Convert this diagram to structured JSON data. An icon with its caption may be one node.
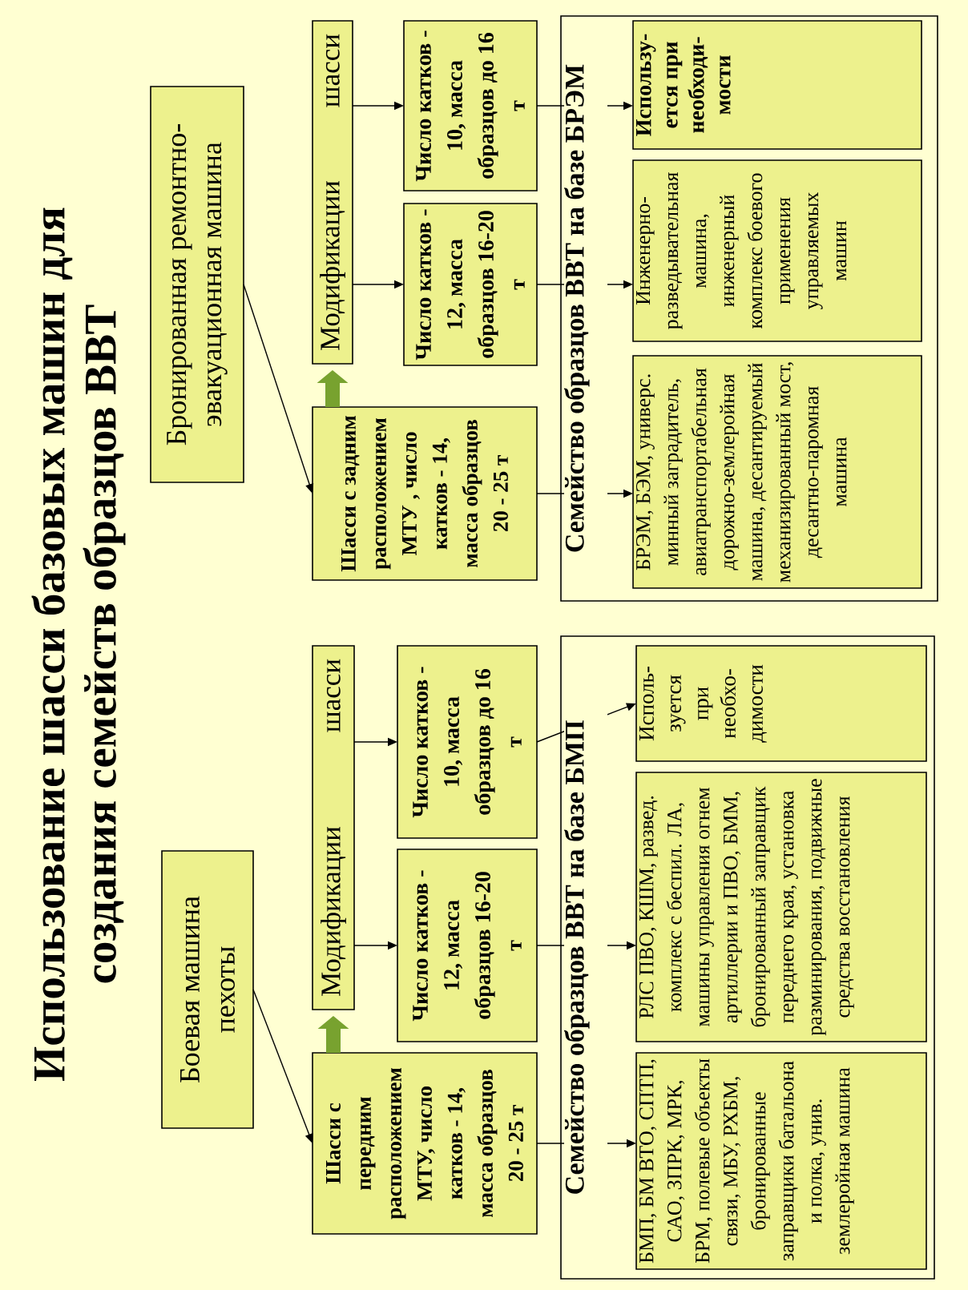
{
  "diagram": {
    "title": "Использование шасси базовых машин для создания семейств образцов ВВТ",
    "nodes": [
      {
        "text": [
          "Боевая машина пехоты"
        ]
      },
      {
        "text": [
          "Шасси с передним расположением МТУ, число катков - 14, масса образцов 20 - 25 т"
        ]
      },
      {
        "text": [
          "Модификации шасси"
        ]
      },
      {
        "text": [
          "Число катков - 12, масса образцов 16-20 т"
        ]
      },
      {
        "text": [
          "Число катков - 10, масса образцов до 16 т"
        ]
      },
      {
        "text": [
          "Семейство образцов ВВТ на базе БМП"
        ]
      },
      {
        "text": [
          "БМП, БМ ВТО, СПТП, САО, ЗПРК, МРК, БРМ, полевые объекты связи, МБУ, РХБМ, бронированные заправщики батальона и полка, унив. землеройная машина"
        ],
        "in": 5
      },
      {
        "text": [
          "РЛС ПВО, КШМ, развед. комплекс с беспил. ЛА, машины управления огнем артиллерии и ПВО, БММ, бронированный заправщик переднего края, установка разминирования, подвижные средства восстановления"
        ],
        "in": 5
      },
      {
        "text": [
          "Исполь-зуется при необхо-димости"
        ],
        "in": 5
      },
      {
        "text": [
          "Бронированная ремонтно-эвакуационная машина"
        ]
      },
      {
        "text": [
          "Шасси с задним расположением МТУ , число катков - 14, масса образцов 20 - 25 т"
        ]
      },
      {
        "text": [
          "Модификации шасси"
        ]
      },
      {
        "text": [
          "Число катков - 12, масса образцов 16-20 т"
        ]
      },
      {
        "text": [
          "Число катков - 10, масса образцов до 16 т"
        ]
      },
      {
        "text": [
          "Семейство образцов ВВТ на базе БРЭМ"
        ]
      },
      {
        "text": [
          "БРЭМ, БЭМ, универс. минный заградитель, авиатранспортабельная дорожно-землеройная машина, десантируемый механизированный мост, десантно-паромная машина"
        ],
        "in": 14
      },
      {
        "text": [
          "Инженерно-разведывательная машина, инженерный комплекс боевого применения управляемых машин"
        ],
        "in": 14
      },
      {
        "text": [
          "Использу-ется при необходи-мости"
        ],
        "in": 14
      }
    ],
    "edges": [
      {
        "from": 0,
        "to": 1,
        "arrow": "to"
      },
      {
        "from": 1,
        "to": 2,
        "arrow": "to",
        "style": "thick",
        "color": "#78a22f"
      },
      {
        "from": 2,
        "to": 3,
        "arrow": "to"
      },
      {
        "from": 2,
        "to": 4,
        "arrow": "to"
      },
      {
        "from": 1,
        "to": 6,
        "arrow": "to"
      },
      {
        "from": 3,
        "to": 7,
        "arrow": "to"
      },
      {
        "from": 4,
        "to": 8,
        "arrow": "to"
      },
      {
        "from": 9,
        "to": 10,
        "arrow": "to"
      },
      {
        "from": 10,
        "to": 11,
        "arrow": "to",
        "style": "thick",
        "color": "#78a22f"
      },
      {
        "from": 11,
        "to": 12,
        "arrow": "to"
      },
      {
        "from": 11,
        "to": 13,
        "arrow": "to"
      },
      {
        "from": 10,
        "to": 15,
        "arrow": "to"
      },
      {
        "from": 12,
        "to": 16,
        "arrow": "to"
      },
      {
        "from": 13,
        "to": 17,
        "arrow": "to"
      }
    ]
  }
}
